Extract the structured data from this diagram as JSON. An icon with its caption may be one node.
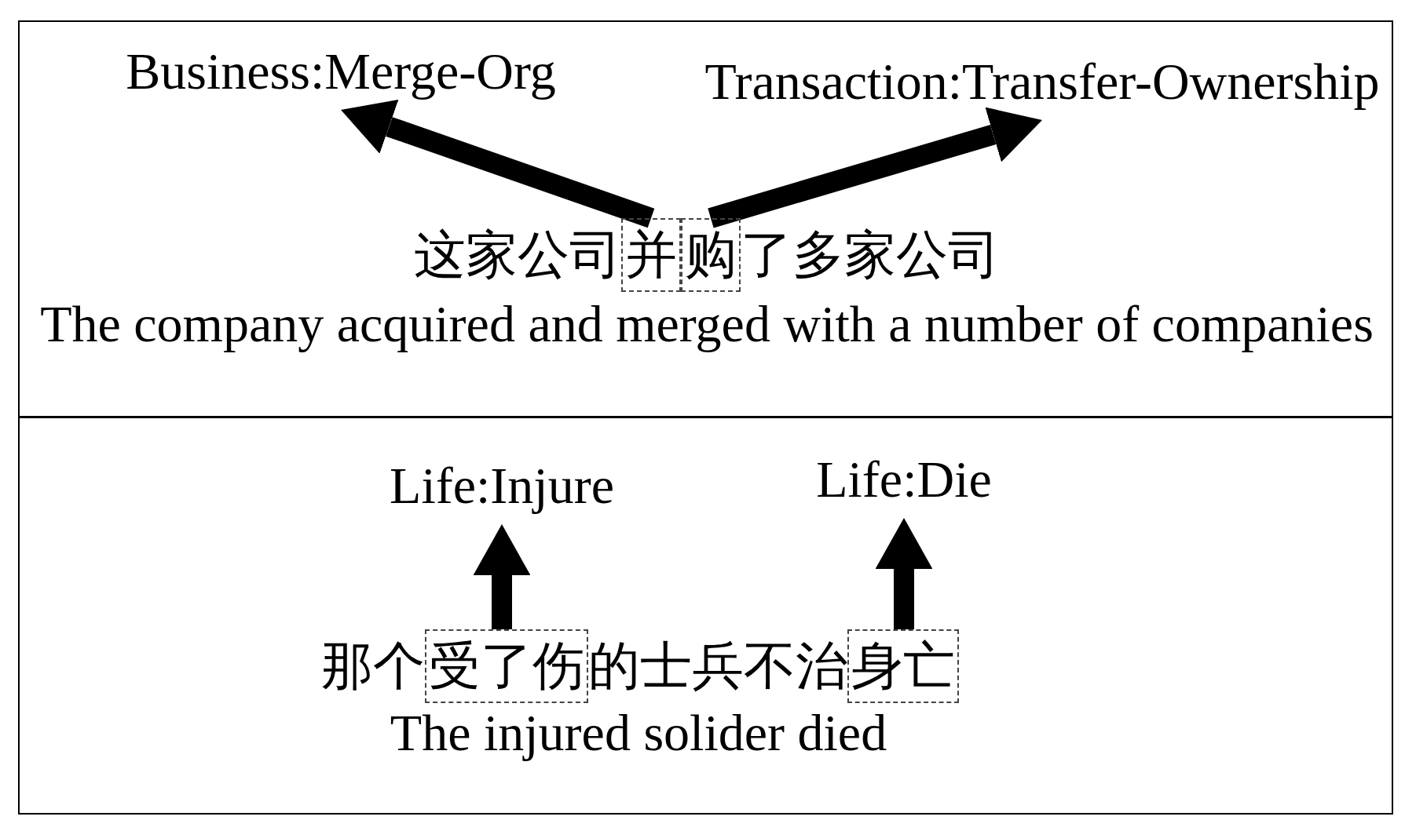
{
  "diagram": {
    "nodes": [
      {
        "text": [
          "这家公司",
          "了多家公司",
          "The company acquired and merged with a number of companies"
        ]
      },
      {
        "text": [
          "Business:Merge-Org"
        ],
        "in": 0
      },
      {
        "text": [
          "Transaction:Transfer-Ownership"
        ],
        "in": 0
      },
      {
        "text": [
          "并"
        ],
        "in": 0
      },
      {
        "text": [
          "购"
        ],
        "in": 0
      },
      {
        "text": [
          "那个",
          "的士兵不治",
          "The injured solider died"
        ]
      },
      {
        "text": [
          "Life:Injure"
        ],
        "in": 5
      },
      {
        "text": [
          "Life:Die"
        ],
        "in": 5
      },
      {
        "text": [
          "受了伤"
        ],
        "in": 5
      },
      {
        "text": [
          "身亡"
        ],
        "in": 5
      }
    ],
    "edges": [
      {
        "from": 3,
        "to": 1,
        "arrow": "to"
      },
      {
        "from": 4,
        "to": 2,
        "arrow": "to"
      },
      {
        "from": 8,
        "to": 6,
        "arrow": "to"
      },
      {
        "from": 9,
        "to": 7,
        "arrow": "to"
      }
    ]
  }
}
